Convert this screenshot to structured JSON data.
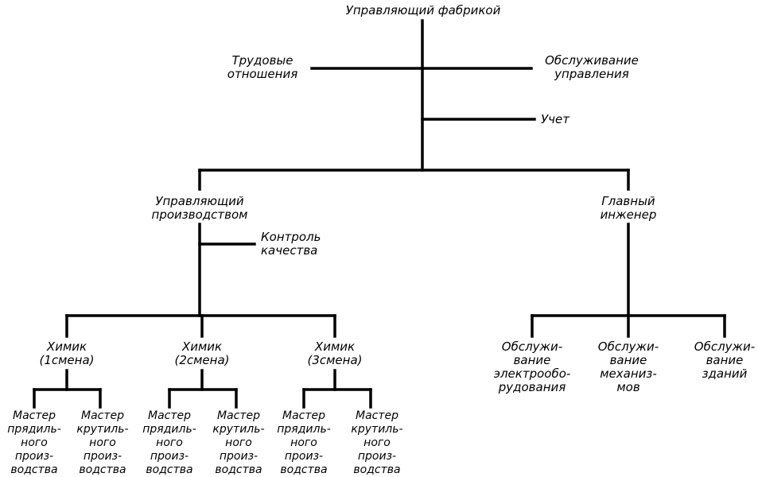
{
  "nodes": {
    "top": "Управляющий фабрикой",
    "labor": "Трудовые\nотношения",
    "mgmt_service": "Обслуживание\nуправления",
    "accounting": "Учет",
    "prod_manager": "Управляющий\nпроизводством",
    "chief_engineer": "Главный\nинженер",
    "quality": "Контроль\nкачества",
    "chemist1": "Химик\n(1смена)",
    "chemist2": "Химик\n(2смена)",
    "chemist3": "Химик\n(3смена)",
    "elec": "Обслужи-\nвание\nэлектрообо-\nрудования",
    "mech": "Обслужи-\nвание\nмеханиз-\nмов",
    "bldg": "Обслужи-\nвание\nзданий",
    "spin_master": "Мастер\nпрядиль-\nного\nпроиз-\nводства",
    "twist_master": "Мастер\nкрутиль-\nного\nпроиз-\nводства"
  }
}
